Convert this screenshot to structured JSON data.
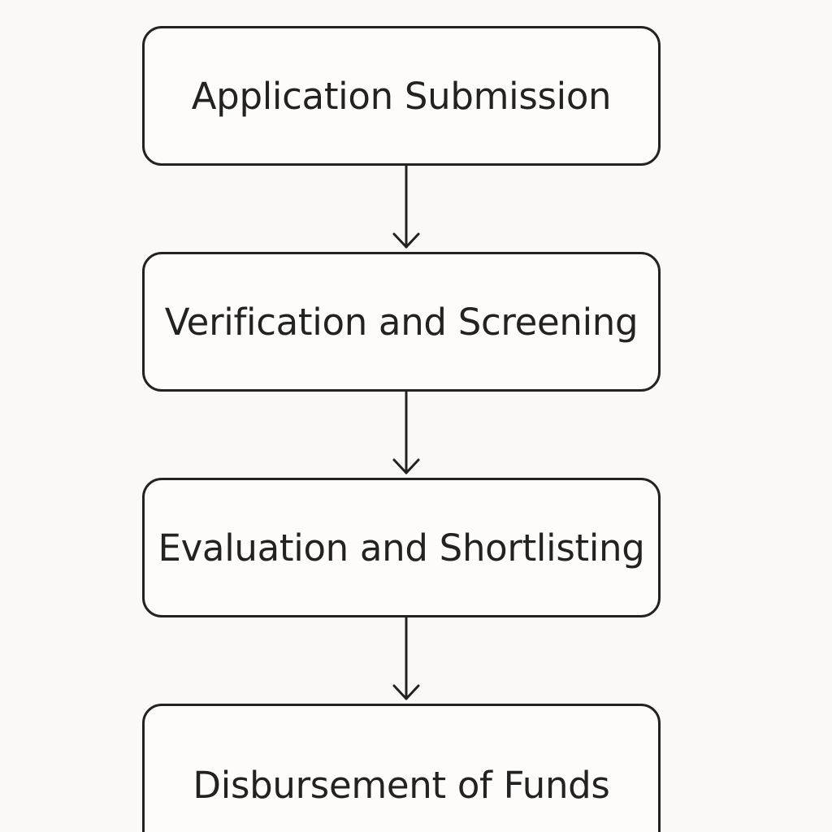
{
  "steps": [
    {
      "label": "Application Submission"
    },
    {
      "label": "Verification and Screening"
    },
    {
      "label": "Evaluation and Shortlisting"
    },
    {
      "label": "Disbursement of Funds"
    }
  ],
  "colors": {
    "stroke": "#222222",
    "background": "#faf9f7",
    "box_fill": "#fdfcfa"
  }
}
